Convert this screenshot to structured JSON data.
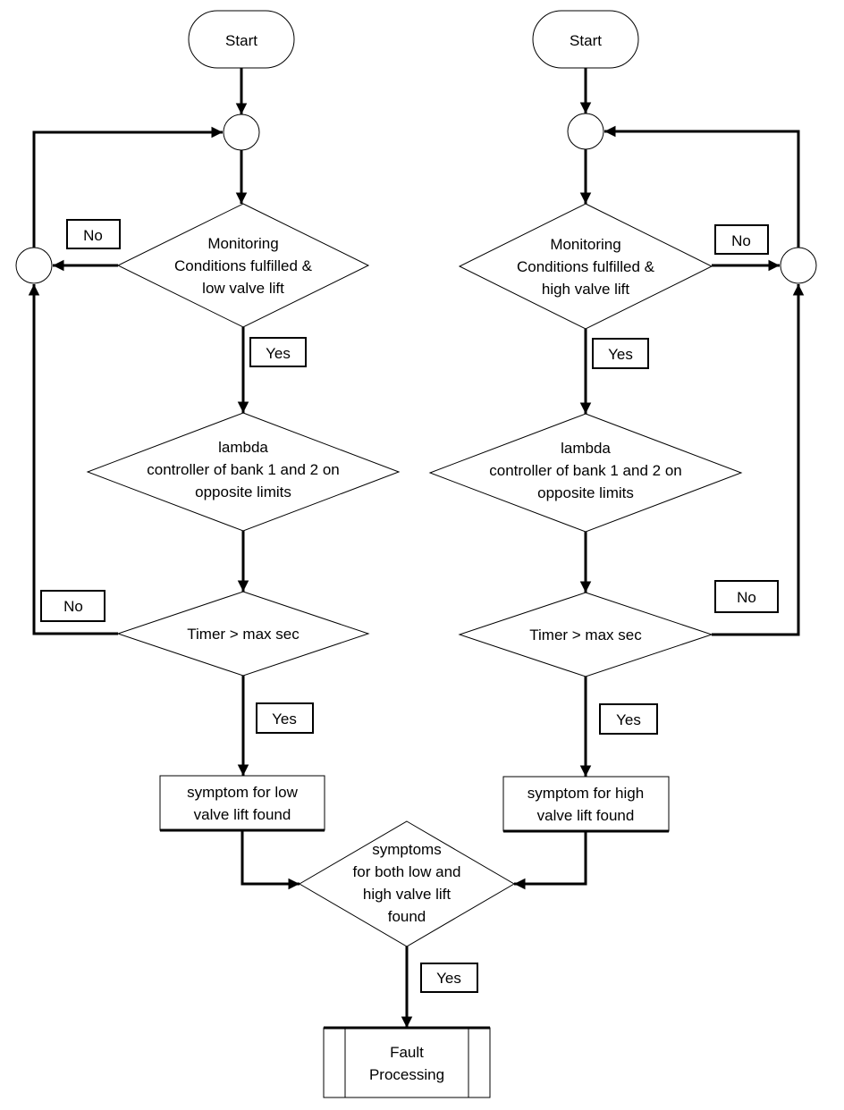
{
  "left": {
    "start": "Start",
    "decision_monitor": [
      "Monitoring",
      "Conditions fulfilled &",
      "low valve lift"
    ],
    "decision_lambda": [
      "lambda",
      "controller of bank 1 and 2 on",
      "opposite limits"
    ],
    "decision_timer": [
      "Timer > max sec"
    ],
    "symptom": [
      "symptom for low",
      "valve lift found"
    ],
    "label_no_monitor": "No",
    "label_yes_monitor": "Yes",
    "label_no_timer": "No",
    "label_yes_timer": "Yes"
  },
  "right": {
    "start": "Start",
    "decision_monitor": [
      "Monitoring",
      "Conditions fulfilled &",
      "high valve lift"
    ],
    "decision_lambda": [
      "lambda",
      "controller of bank 1 and 2 on",
      "opposite limits"
    ],
    "decision_timer": [
      "Timer > max sec"
    ],
    "symptom": [
      "symptom for high",
      "valve lift found"
    ],
    "label_no_monitor": "No",
    "label_yes_monitor": "Yes",
    "label_no_timer": "No",
    "label_yes_timer": "Yes"
  },
  "bottom": {
    "decision_both": [
      "symptoms",
      "for both low and",
      "high valve lift",
      "found"
    ],
    "label_yes": "Yes",
    "fault": [
      "Fault",
      "Processing"
    ]
  }
}
